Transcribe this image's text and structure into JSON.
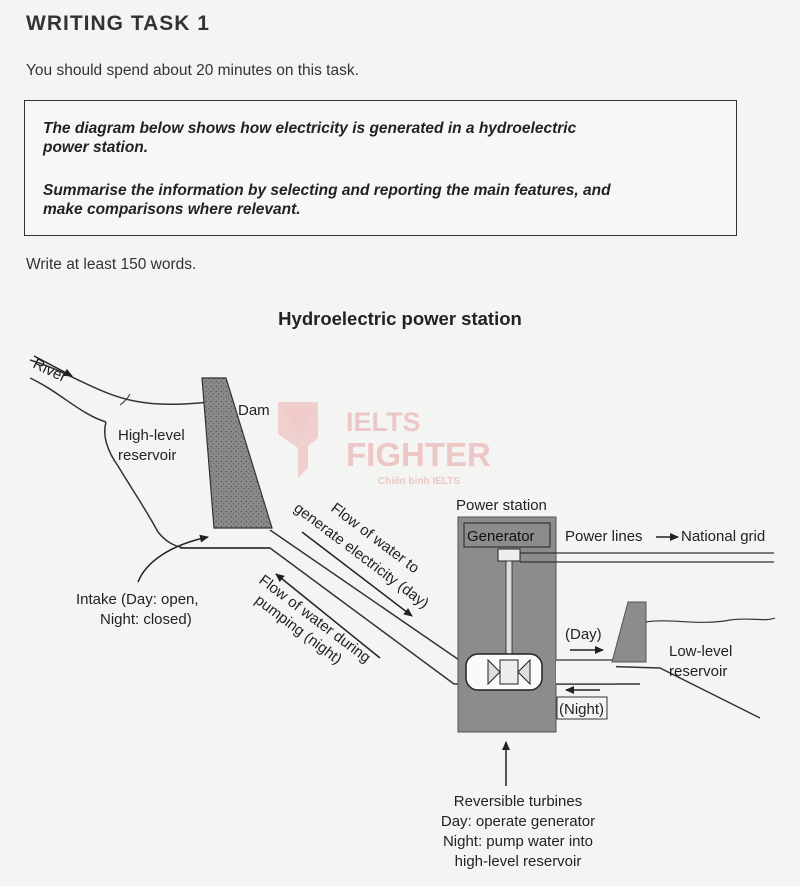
{
  "header": {
    "title": "WRITING TASK 1",
    "instruction": "You should spend about 20 minutes on this task.",
    "task_line_1a": "The diagram below shows how electricity is generated in a hydroelectric",
    "task_line_1b": "power station.",
    "task_line_2a": "Summarise the information by selecting and reporting the main features, and",
    "task_line_2b": "make comparisons where relevant.",
    "min_words": "Write at least 150 words."
  },
  "diagram": {
    "title": "Hydroelectric power station",
    "river": "River",
    "dam": "Dam",
    "high_reservoir_1": "High-level",
    "high_reservoir_2": "reservoir",
    "intake_1": "Intake (Day: open,",
    "intake_2": "Night: closed)",
    "flow_day_1": "Flow of water to",
    "flow_day_2": "generate electricity (day)",
    "flow_night_1": "Flow of water during",
    "flow_night_2": "pumping (night)",
    "power_station": "Power station",
    "generator": "Generator",
    "power_lines": "Power lines",
    "national_grid": "National grid",
    "day": "(Day)",
    "night": "(Night)",
    "low_reservoir_1": "Low-level",
    "low_reservoir_2": "reservoir",
    "turbines_1": "Reversible turbines",
    "turbines_2": "Day: operate generator",
    "turbines_3": "Night: pump water into",
    "turbines_4": "high-level reservoir"
  },
  "watermark": {
    "line1": "IELTS",
    "line2": "FIGHTER",
    "line3": "Chiến binh IELTS",
    "color": "#e8a3a3"
  }
}
